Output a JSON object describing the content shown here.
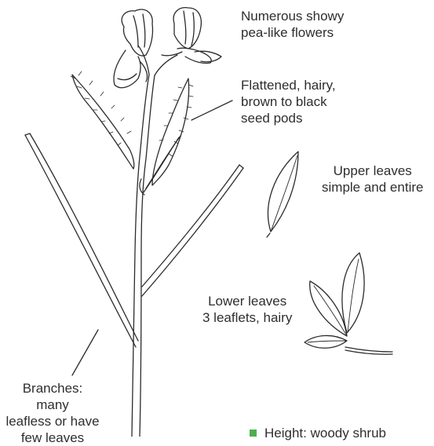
{
  "labels": {
    "flowers": [
      "Numerous showy",
      "pea-like flowers"
    ],
    "pods": [
      "Flattened, hairy,",
      "brown to black",
      "seed pods"
    ],
    "upper_leaves": [
      "Upper leaves",
      "simple and entire"
    ],
    "lower_leaves": [
      "Lower leaves",
      "3 leaflets, hairy"
    ],
    "branches": [
      "Branches: many",
      "leafless or have",
      "few leaves"
    ],
    "height": "Height: woody shrub"
  },
  "colors": {
    "ink": "#2b2b2b",
    "bullet": "#4caf50"
  }
}
